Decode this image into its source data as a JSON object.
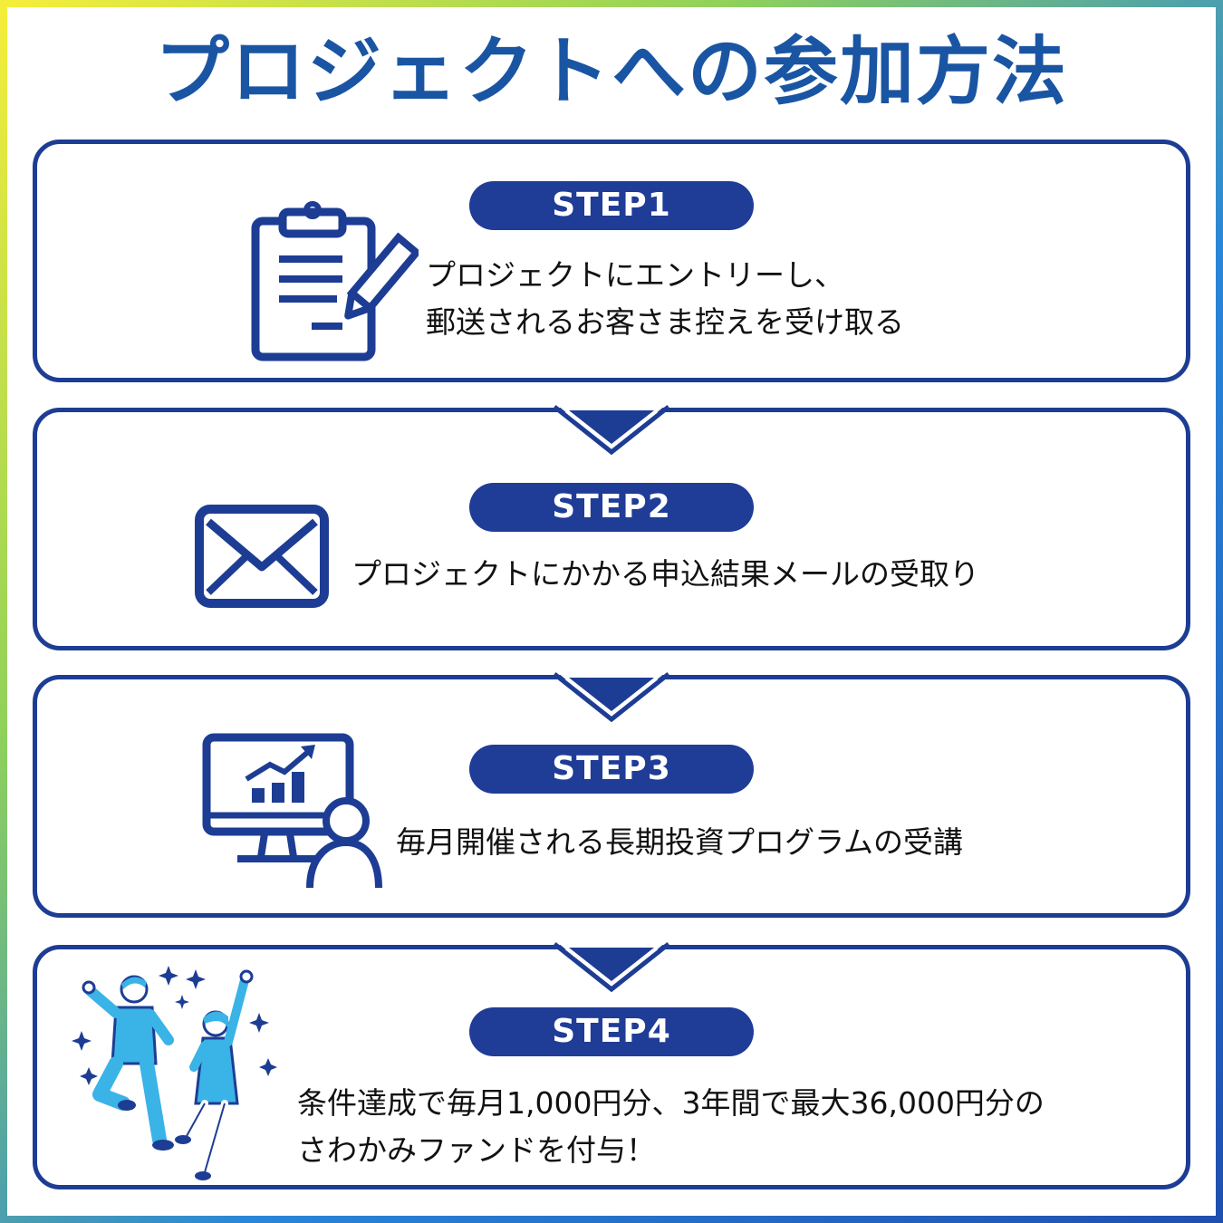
{
  "title": "プロジェクトへの参加方法",
  "colors": {
    "primary": "#1d3d94",
    "title": "#1a55a3",
    "illustration": "#3ab3e6"
  },
  "steps": [
    {
      "label": "STEP1",
      "icon": "clipboard-pencil-icon",
      "lines": [
        "プロジェクトにエントリーし、",
        "郵送されるお客さま控えを受け取る"
      ]
    },
    {
      "label": "STEP2",
      "icon": "envelope-icon",
      "lines": [
        "プロジェクトにかかる申込結果メールの受取り"
      ]
    },
    {
      "label": "STEP3",
      "icon": "monitor-chart-person-icon",
      "lines": [
        "毎月開催される長期投資プログラムの受講"
      ]
    },
    {
      "label": "STEP4",
      "icon": "celebrating-people-icon",
      "lines": [
        "条件達成で毎月1,000円分、3年間で最大36,000円分の",
        "さわかみファンドを付与！"
      ]
    }
  ]
}
